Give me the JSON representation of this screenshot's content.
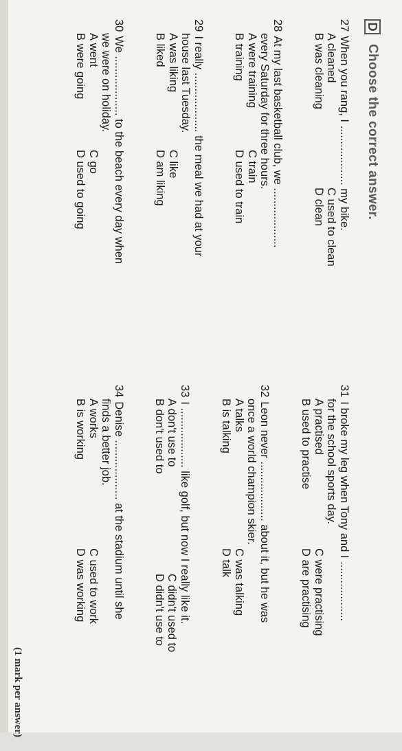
{
  "section": {
    "letter": "D",
    "instruction": "Choose the correct answer."
  },
  "questions": [
    {
      "number": "27",
      "stem": "When you rang, I ................... my bike.",
      "cont": "",
      "a": "A cleaned",
      "b": "B was cleaning",
      "c": "C used to clean",
      "d": "D clean"
    },
    {
      "number": "28",
      "stem": "At my last basketball club, we ...................",
      "cont": "every Saturday for three hours.",
      "a": "A were training",
      "b": "B training",
      "c": "C train",
      "d": "D used to train"
    },
    {
      "number": "29",
      "stem": "I really ................... the meal we had at your",
      "cont": "house last Tuesday.",
      "a": "A was liking",
      "b": "B liked",
      "c": "C like",
      "d": "D am liking"
    },
    {
      "number": "30",
      "stem": "We ................... to the beach every day when",
      "cont": "we were on holiday.",
      "a": "A went",
      "b": "B were going",
      "c": "C go",
      "d": "D used to going"
    },
    {
      "number": "31",
      "stem": "I broke my leg when Tony and I ...................",
      "cont": "for the school sports day.",
      "a": "A practised",
      "b": "B used to practise",
      "c": "C were practising",
      "d": "D are practising"
    },
    {
      "number": "32",
      "stem": "Leon never ................... about it, but he was",
      "cont": "once a world champion skier.",
      "a": "A talks",
      "b": "B is talking",
      "c": "C was talking",
      "d": "D talk"
    },
    {
      "number": "33",
      "stem": "I ................... like golf, but now I really like it.",
      "cont": "",
      "a": "A don't use to",
      "b": "B don't used to",
      "c": "C didn't used to",
      "d": "D didn't use to"
    },
    {
      "number": "34",
      "stem": "Denise ................... at the stadium until she",
      "cont": "finds a better job.",
      "a": "A works",
      "b": "B is working",
      "c": "C used to work",
      "d": "D was working"
    }
  ],
  "footer": "(1 mark per answer)"
}
